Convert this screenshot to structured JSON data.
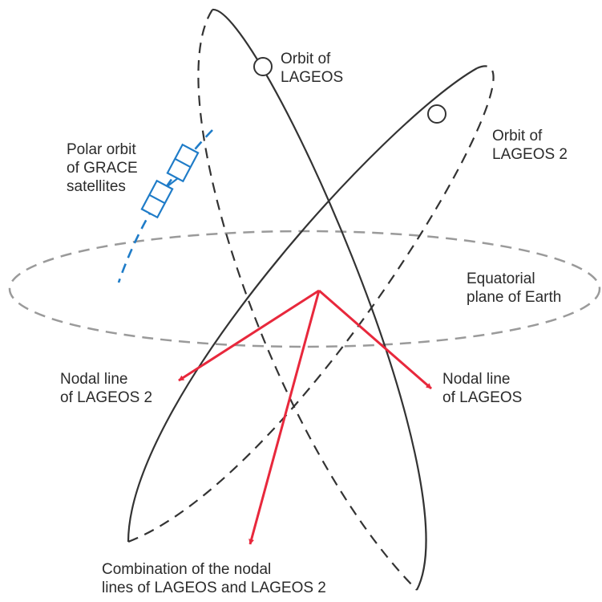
{
  "labels": {
    "orbit_lageos": [
      "Orbit of",
      "LAGEOS"
    ],
    "orbit_lageos2": [
      "Orbit of",
      "LAGEOS 2"
    ],
    "grace": [
      "Polar orbit",
      "of GRACE",
      "satellites"
    ],
    "equatorial": [
      "Equatorial",
      "plane of Earth"
    ],
    "nodal_lageos2": [
      "Nodal line",
      "of LAGEOS 2"
    ],
    "nodal_lageos": [
      "Nodal line",
      "of LAGEOS"
    ],
    "combination": [
      "Combination of the nodal",
      "lines of LAGEOS and LAGEOS 2"
    ]
  },
  "colors": {
    "orbit_line": "#333333",
    "equator_line": "#9a9a9a",
    "arrow": "#e8283c",
    "grace": "#1f7cc8"
  }
}
